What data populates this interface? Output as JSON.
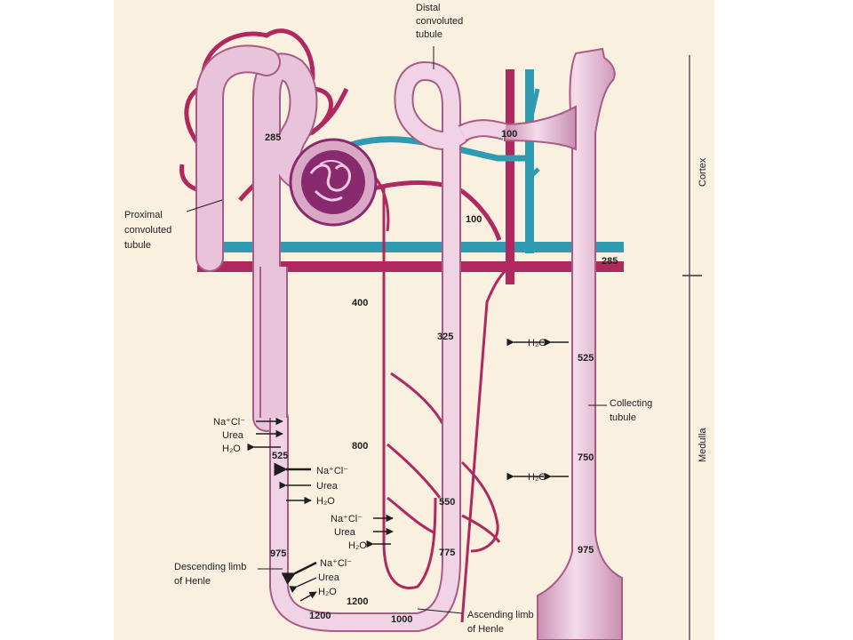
{
  "labels": {
    "distal": [
      "Distal",
      "convoluted",
      "tubule"
    ],
    "proximal": [
      "Proximal",
      "convoluted",
      "tubule"
    ],
    "collecting": [
      "Collecting",
      "tubule"
    ],
    "descending": [
      "Descending limb",
      "of Henle"
    ],
    "ascending": [
      "Ascending limb",
      "of Henle"
    ],
    "cortex": "Cortex",
    "medulla": "Medulla"
  },
  "osmolarity": {
    "pct_285": "285",
    "dct_100a": "100",
    "dct_100b": "100",
    "ct_285": "285",
    "v_400": "400",
    "al_325": "325",
    "ct_525": "525",
    "v_800": "800",
    "dl_525": "525",
    "ct_750": "750",
    "al_550": "550",
    "ct_975": "975",
    "dl_975": "975",
    "al_775": "775",
    "v_1200": "1200",
    "bend_1200": "1200",
    "bend_1000": "1000"
  },
  "solutes": {
    "nacl": "Na⁺Cl⁻",
    "urea": "Urea",
    "h2o": "H₂O"
  },
  "colors": {
    "paper": "#faf0e0",
    "tubule": "#e3b8d0",
    "tubule_edge": "#a85b86",
    "artery": "#b0285e",
    "vein": "#2e9bb3",
    "glomerulus": "#8a2a6e"
  }
}
